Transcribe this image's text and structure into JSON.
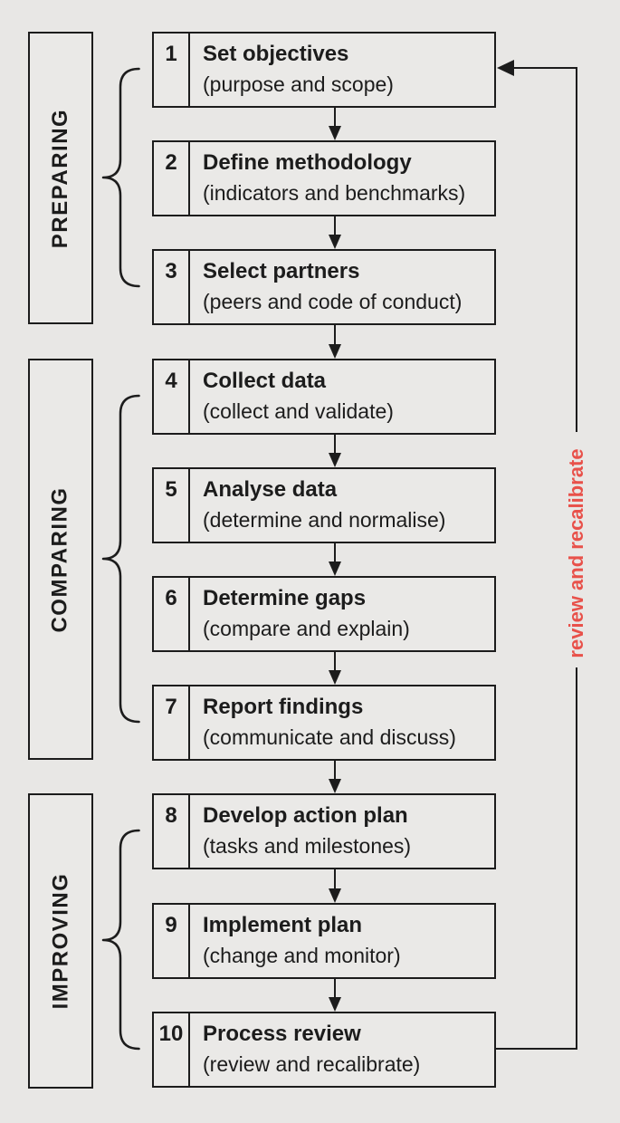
{
  "palette": {
    "background": "#e8e7e5",
    "box_fill": "#eae9e7",
    "line": "#1c1c1c",
    "accent_red": "#e8514a"
  },
  "phases": [
    {
      "label": "PREPARING"
    },
    {
      "label": "COMPARING"
    },
    {
      "label": "IMPROVING"
    }
  ],
  "steps": [
    {
      "num": "1",
      "title": "Set objectives",
      "subtitle": "(purpose and scope)"
    },
    {
      "num": "2",
      "title": "Define methodology",
      "subtitle": "(indicators and benchmarks)"
    },
    {
      "num": "3",
      "title": "Select partners",
      "subtitle": "(peers and code of conduct)"
    },
    {
      "num": "4",
      "title": "Collect data",
      "subtitle": "(collect and validate)"
    },
    {
      "num": "5",
      "title": "Analyse data",
      "subtitle": "(determine and normalise)"
    },
    {
      "num": "6",
      "title": "Determine gaps",
      "subtitle": "(compare and explain)"
    },
    {
      "num": "7",
      "title": "Report findings",
      "subtitle": "(communicate and discuss)"
    },
    {
      "num": "8",
      "title": "Develop action plan",
      "subtitle": "(tasks and milestones)"
    },
    {
      "num": "9",
      "title": "Implement plan",
      "subtitle": "(change and monitor)"
    },
    {
      "num": "10",
      "title": "Process review",
      "subtitle": "(review and recalibrate)"
    }
  ],
  "feedback_label": "review and recalibrate"
}
